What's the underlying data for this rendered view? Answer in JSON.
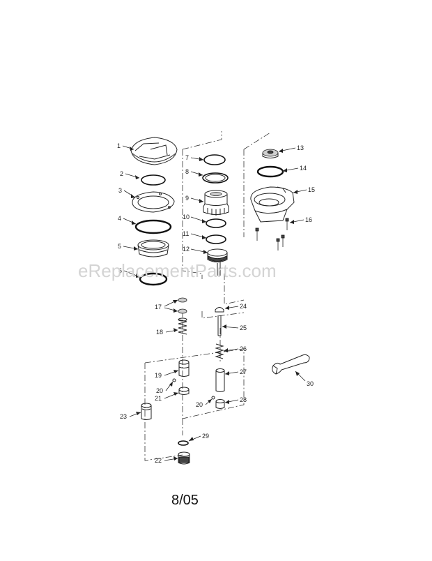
{
  "watermark": "eReplacementParts.com",
  "date_label": "8/05",
  "callouts": [
    "1",
    "2",
    "3",
    "4",
    "5",
    "6",
    "7",
    "8",
    "9",
    "10",
    "11",
    "12",
    "13",
    "14",
    "15",
    "16",
    "17",
    "18",
    "19",
    "20",
    "20",
    "21",
    "22",
    "23",
    "24",
    "25",
    "26",
    "27",
    "28",
    "29",
    "30"
  ]
}
